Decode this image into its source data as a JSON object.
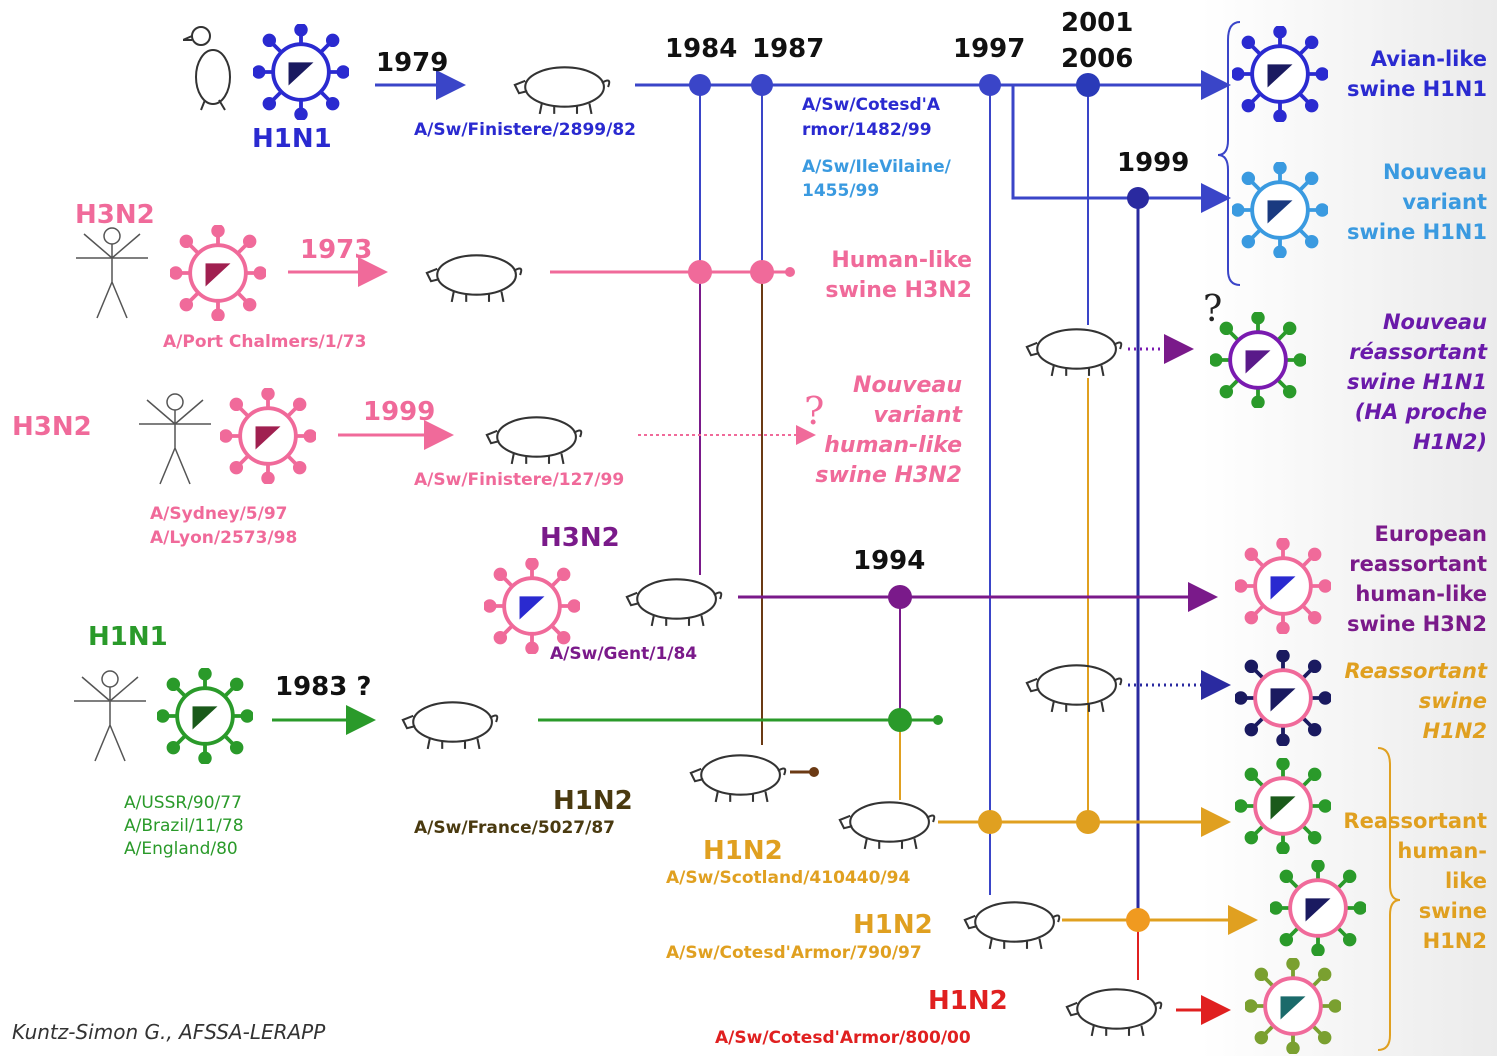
{
  "years": {
    "y1979": "1979",
    "y1984": "1984",
    "y1987": "1987",
    "y1997": "1997",
    "y2001": "2001",
    "y2006": "2006",
    "y1999_blue": "1999",
    "y1973": "1973",
    "y1999_pink": "1999",
    "y1994": "1994",
    "y1983": "1983 ?"
  },
  "subtypes": {
    "h1n1_avian": "H1N1",
    "h3n2_human_1973": "H3N2",
    "h3n2_human_1999": "H3N2",
    "h3n2_gent": "H3N2",
    "h1n1_human": "H1N1",
    "h1n2_france": "H1N2",
    "h1n2_scotland": "H1N2",
    "h1n2_cotesdarmor_97": "H1N2",
    "h1n2_cotesdarmor_00": "H1N2"
  },
  "strains": {
    "finistere_82": "A/Sw/Finistere/2899/82",
    "cotesdarmor_99_l1": "A/Sw/Cotesd'A",
    "cotesdarmor_99_l2": "rmor/1482/99",
    "ilevilaine_l1": "A/Sw/IleVilaine/",
    "ilevilaine_l2": "1455/99",
    "port_chalmers": "A/Port Chalmers/1/73",
    "finistere_99": "A/Sw/Finistere/127/99",
    "sydney": "A/Sydney/5/97",
    "lyon": "A/Lyon/2573/98",
    "gent": "A/Sw/Gent/1/84",
    "ussr": "A/USSR/90/77",
    "brazil": "A/Brazil/11/78",
    "england": "A/England/80",
    "france": "A/Sw/France/5027/87",
    "scotland": "A/Sw/Scotland/410440/94",
    "cotesdarmor_97": "A/Sw/Cotesd'Armor/790/97",
    "cotesdarmor_00": "A/Sw/Cotesd'Armor/800/00"
  },
  "lineages": {
    "avian_like": [
      "Avian-like",
      "swine H1N1"
    ],
    "nouveau_variant_h1n1": [
      "Nouveau",
      "variant",
      "swine H1N1"
    ],
    "human_like_h3n2": [
      "Human-like",
      "swine H3N2"
    ],
    "nouveau_reassortant": [
      "Nouveau",
      "réassortant",
      "swine H1N1",
      "(HA proche",
      "H1N2)"
    ],
    "nouveau_variant_h3n2": [
      "Nouveau",
      "variant",
      "human-like",
      "swine H3N2"
    ],
    "european_reassortant": [
      "European",
      "reassortant",
      "human-like",
      "swine H3N2"
    ],
    "reassortant_h1n2": [
      "Reassortant",
      "swine",
      "H1N2"
    ],
    "reassortant_human_like_h1n2": [
      "Reassortant",
      "human-",
      "like",
      "swine",
      "H1N2"
    ]
  },
  "question_marks": {
    "q1": "?",
    "q2": "?"
  },
  "credit": "Kuntz-Simon G., AFSSA-LERAPP",
  "colors": {
    "blue": "#3a45c8",
    "pink": "#f06a9a",
    "purple": "#7a1a8a",
    "green": "#2a9a2a",
    "brown": "#6b3a14",
    "orange": "#e0a020",
    "red": "#e02020",
    "dark_green_text": "#2a7a2a",
    "olive_text": "#4a3a10"
  }
}
